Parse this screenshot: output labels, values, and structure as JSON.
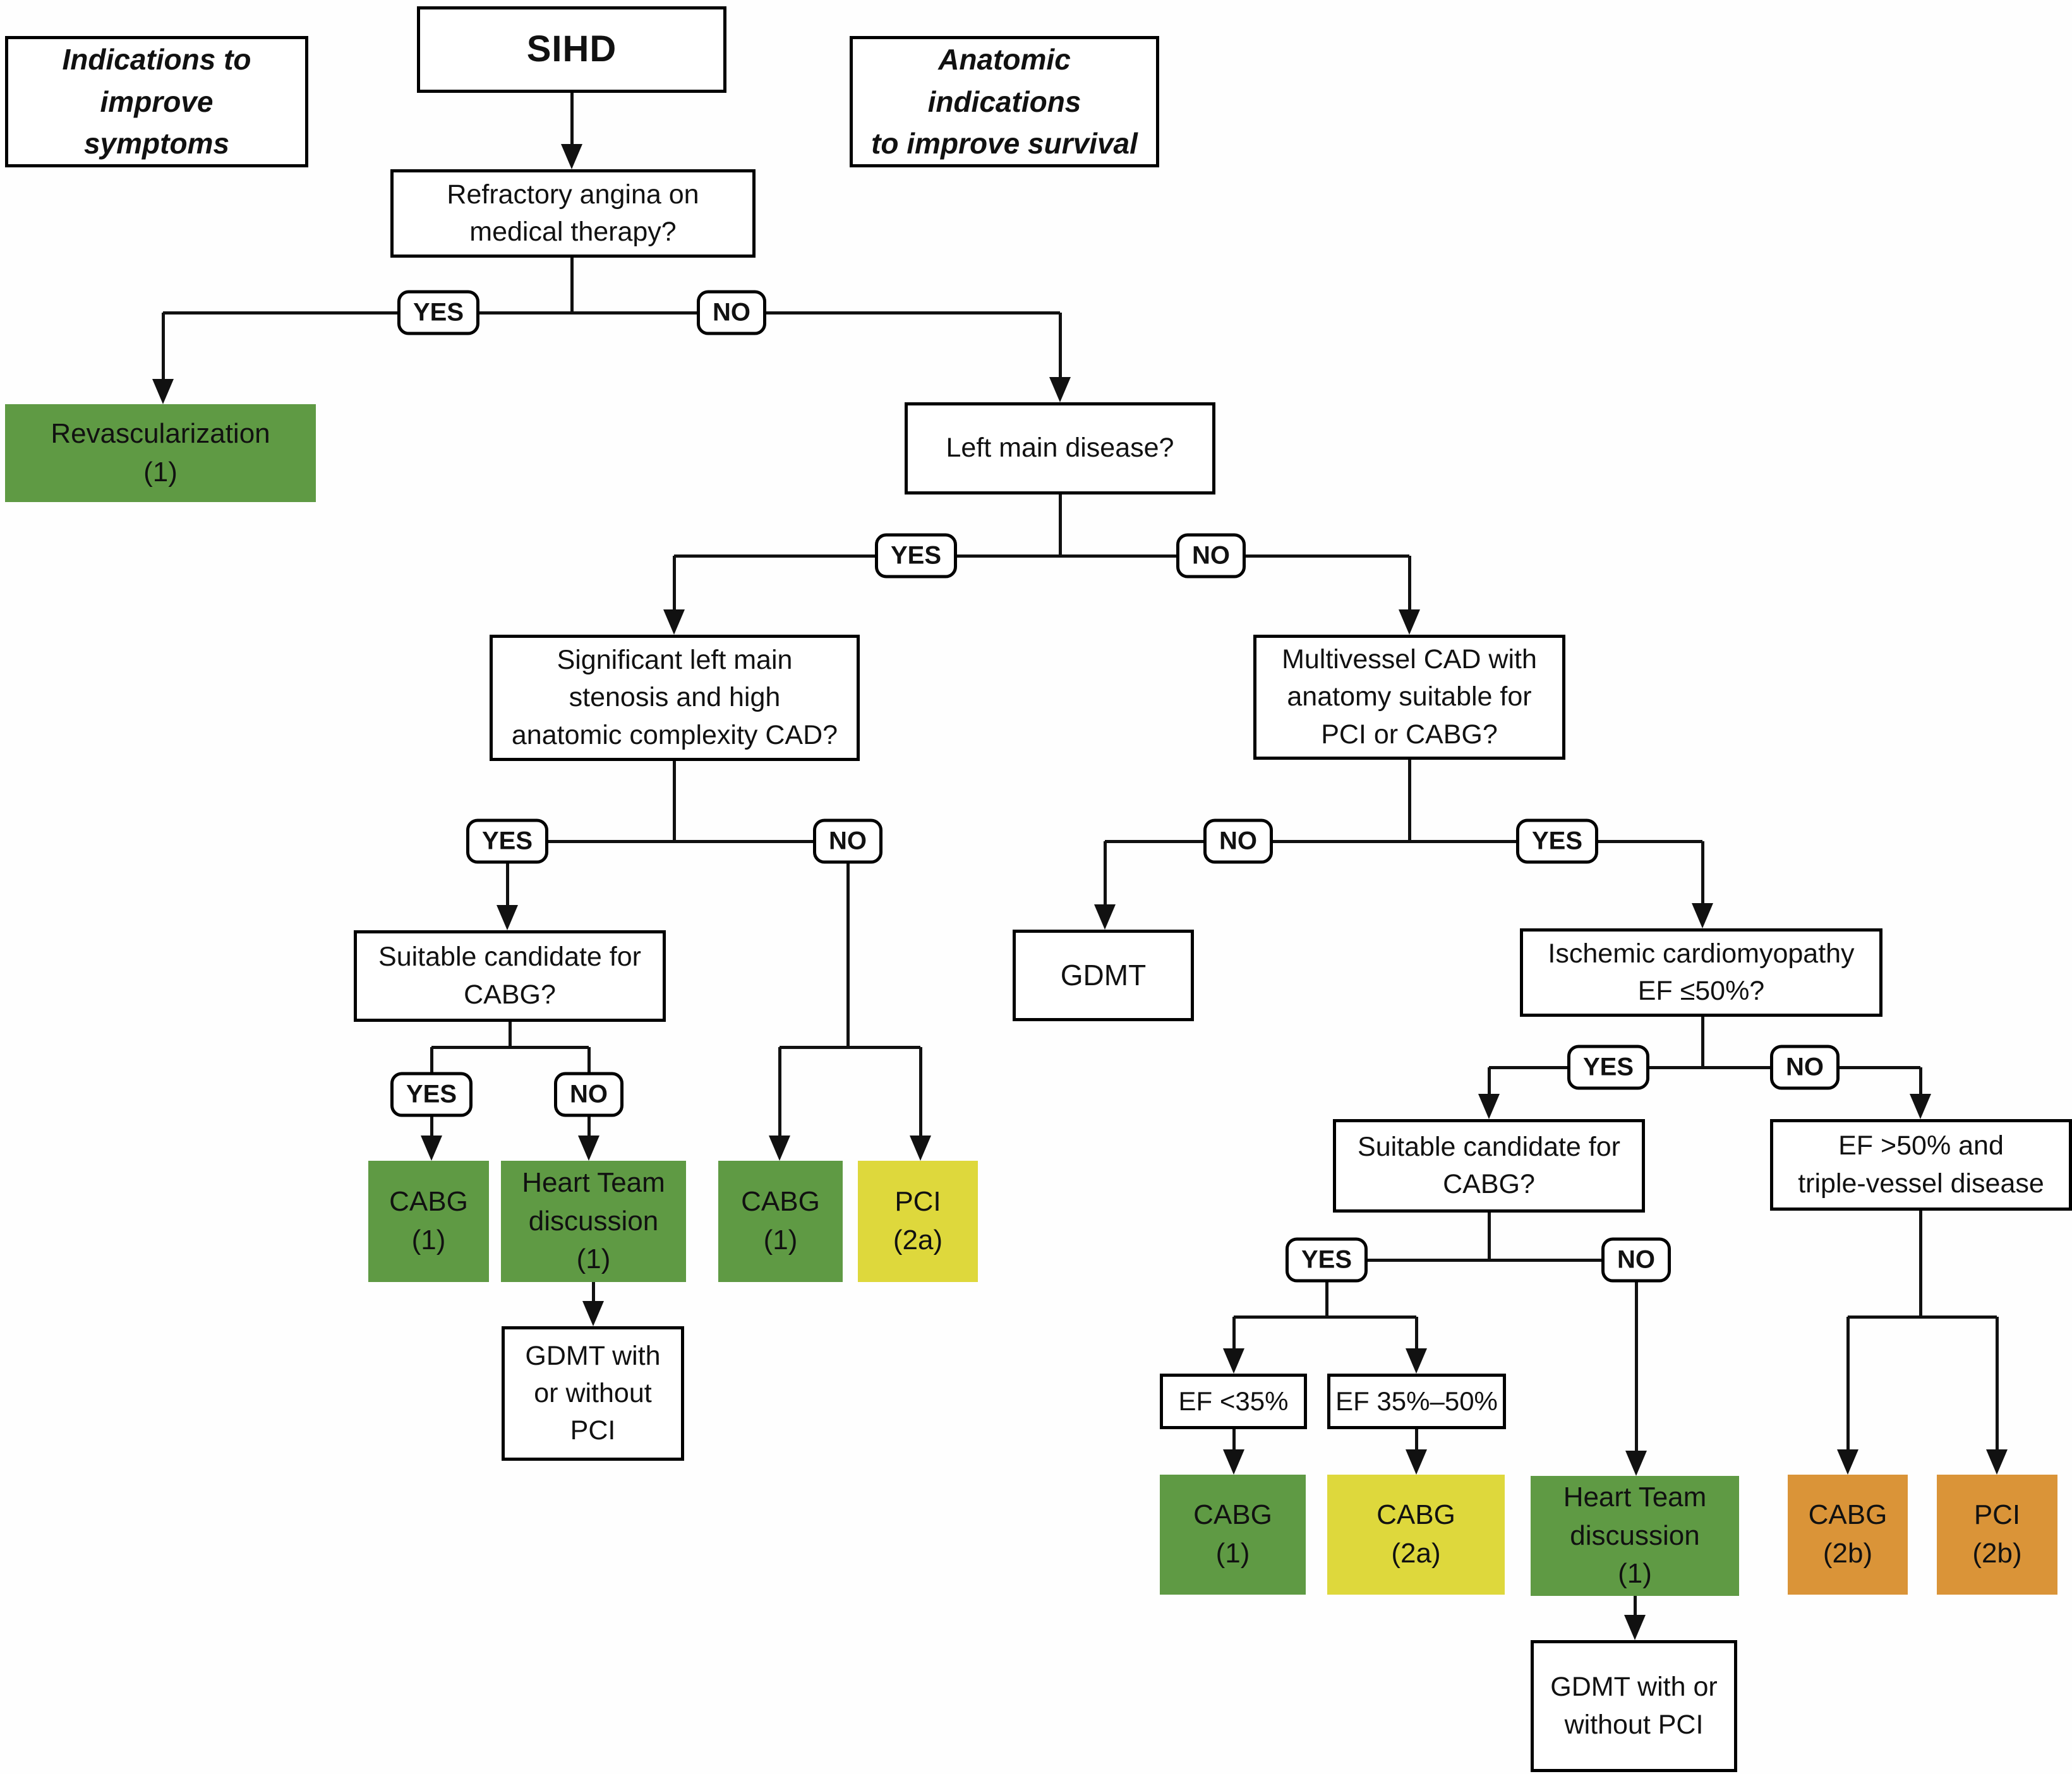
{
  "diagram": {
    "title_left": "Indications to\nimprove\nsymptoms",
    "root": "SIHD",
    "title_right": "Anatomic\nindications\nto improve survival",
    "yes": "YES",
    "no": "NO",
    "questions": {
      "refractory": "Refractory angina on\nmedical therapy?",
      "left_main": "Left main disease?",
      "significant_lm": "Significant left main\nstenosis and high\nanatomic complexity CAD?",
      "multivessel": "Multivessel CAD with\nanatomy suitable for\nPCI or CABG?",
      "suitable_cabg_left": "Suitable candidate for\nCABG?",
      "ischemic_cm": "Ischemic cardiomyopathy\nEF ≤50%?",
      "suitable_cabg_right": "Suitable candidate for\nCABG?",
      "ef_gt_50": "EF >50% and\ntriple-vessel disease",
      "ef_lt_35": "EF <35%",
      "ef_35_50": "EF 35%–50%"
    },
    "actions": {
      "gdmt": "GDMT",
      "gdmt_pci_left": "GDMT with\nor without\nPCI",
      "gdmt_pci_right": "GDMT with or\nwithout PCI"
    },
    "outcomes": {
      "revascularization_1": "Revascularization\n(1)",
      "cabg_1_left": "CABG\n(1)",
      "heart_team_left": "Heart Team\ndiscussion\n(1)",
      "cabg_1_mid": "CABG\n(1)",
      "pci_2a": "PCI\n(2a)",
      "cabg_1_right": "CABG\n(1)",
      "cabg_2a": "CABG\n(2a)",
      "heart_team_right": "Heart Team\ndiscussion\n(1)",
      "cabg_2b": "CABG\n(2b)",
      "pci_2b": "PCI\n(2b)"
    },
    "colors": {
      "class1_green": "#5f9a44",
      "class2a_yellow": "#ded83c",
      "class2b_orange": "#da9438",
      "line": "#111111"
    }
  }
}
